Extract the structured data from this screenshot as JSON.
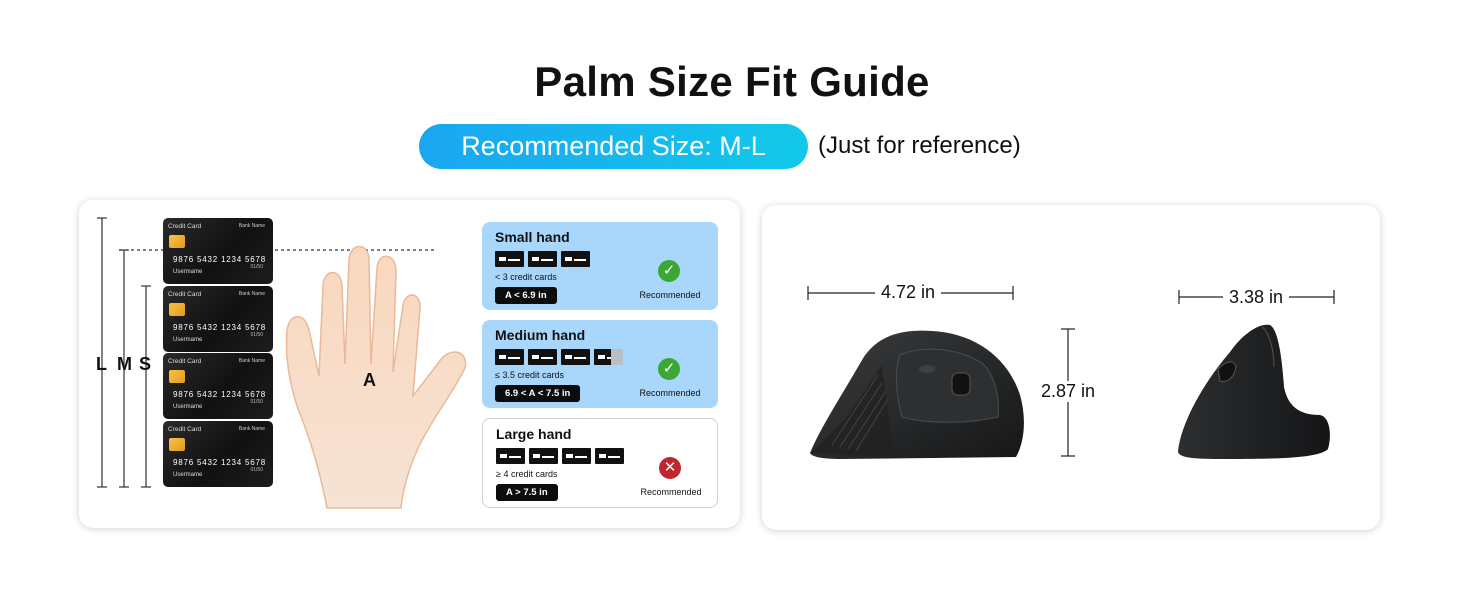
{
  "title": "Palm Size Fit Guide",
  "recommended": {
    "pill_text": "Recommended Size: M-L",
    "note": "(Just for reference)"
  },
  "left_panel": {
    "sizes": [
      "L",
      "M",
      "S"
    ],
    "card": {
      "title": "Credit Card",
      "bank": "Bank Name",
      "number": "9876  5432  1234  5678",
      "user": "Usermame",
      "expiry": "01/50"
    },
    "hand_label": "A",
    "hands": [
      {
        "title": "Small hand",
        "cards_shown": 3,
        "count_text": "< 3 credit cards",
        "measure": "A < 6.9 in",
        "status": "check",
        "status_label": "Recommended"
      },
      {
        "title": "Medium hand",
        "cards_shown": 3.5,
        "count_text": "≤ 3.5 credit cards",
        "measure": "6.9 < A < 7.5 in",
        "status": "check",
        "status_label": "Recommended"
      },
      {
        "title": "Large hand",
        "cards_shown": 4,
        "count_text": "≥ 4 credit cards",
        "measure": "A > 7.5 in",
        "status": "cross",
        "status_label": "Recommended"
      }
    ],
    "colors": {
      "blue_box": "#a9d6fb",
      "check": "#3aa832",
      "cross": "#c0262d"
    }
  },
  "right_panel": {
    "length": "4.72 in",
    "height": "2.87 in",
    "width": "3.38 in"
  },
  "accent_gradient": [
    "#1aa6f0",
    "#12c8ea"
  ]
}
